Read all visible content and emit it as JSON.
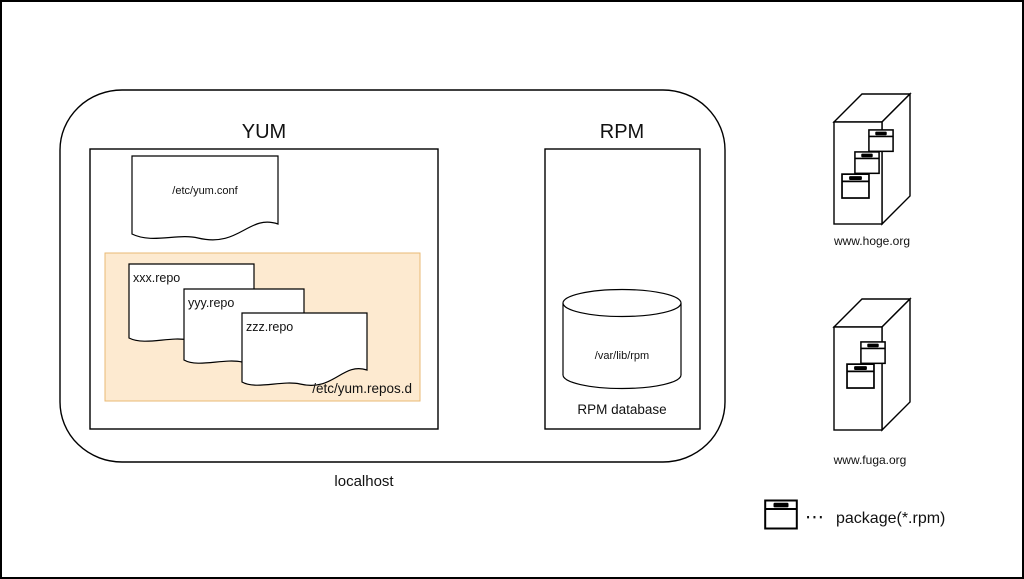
{
  "diagram": {
    "title_yum": "YUM",
    "title_rpm": "RPM",
    "localhost_label": "localhost",
    "yum": {
      "conf_file": "/etc/yum.conf",
      "repos": [
        "xxx.repo",
        "yyy.repo",
        "zzz.repo"
      ],
      "repos_dir": "/etc/yum.repos.d"
    },
    "rpm": {
      "db_path": "/var/lib/rpm",
      "db_label": "RPM database"
    },
    "servers": [
      {
        "label": "www.hoge.org"
      },
      {
        "label": "www.fuga.org"
      }
    ],
    "legend": {
      "dots": "⋯",
      "label": "package(*.rpm)"
    },
    "colors": {
      "repos_bg": "#fdead0",
      "repos_border": "#e9ba74",
      "line": "#000000",
      "background": "#ffffff"
    }
  }
}
